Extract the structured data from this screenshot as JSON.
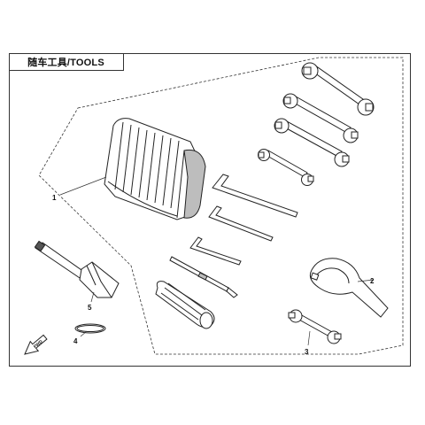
{
  "diagram": {
    "title": "随车工具/TOOLS",
    "callouts": [
      {
        "id": "callout-1",
        "label": "1"
      },
      {
        "id": "callout-2",
        "label": "2"
      },
      {
        "id": "callout-3",
        "label": "3"
      },
      {
        "id": "callout-4",
        "label": "4"
      },
      {
        "id": "callout-5",
        "label": "5"
      }
    ],
    "fwd_label": "FWD",
    "colors": {
      "line": "#222222",
      "fill_gray": "#bdbdbd",
      "background": "#ffffff"
    }
  }
}
